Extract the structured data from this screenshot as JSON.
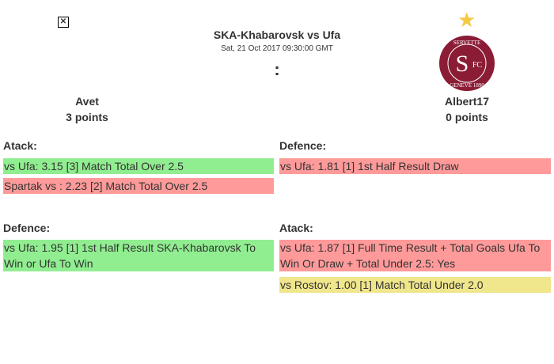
{
  "match": {
    "title": "SKA-Khabarovsk vs Ufa",
    "date": "Sat, 21 Oct 2017 09:30:00 GMT",
    "score": ":"
  },
  "left_player": {
    "icon": "broken-image-icon",
    "name": "Avet",
    "points": "3 points"
  },
  "right_player": {
    "name": "Albert17",
    "points": "0 points",
    "logo_text": "SERVETTE SFC GENEVE 1890"
  },
  "left": {
    "attack": {
      "title": "Atack:",
      "bets": [
        {
          "text": "vs Ufa: 3.15 [3] Match Total Over 2.5",
          "status": "win"
        },
        {
          "text": "Spartak vs : 2.23 [2] Match Total Over 2.5",
          "status": "loss"
        }
      ]
    },
    "defence": {
      "title": "Defence:",
      "bets": [
        {
          "text": "vs Ufa: 1.95 [1] 1st Half Result SKA-Khabarovsk To Win or Ufa To Win",
          "status": "win"
        }
      ]
    }
  },
  "right": {
    "defence": {
      "title": "Defence:",
      "bets": [
        {
          "text": "vs Ufa: 1.81 [1] 1st Half Result Draw",
          "status": "loss"
        }
      ]
    },
    "attack": {
      "title": "Atack:",
      "bets": [
        {
          "text": "vs Ufa: 1.87 [1] Full Time Result + Total Goals Ufa To Win Or Draw + Total Under 2.5: Yes",
          "status": "loss"
        },
        {
          "text": "vs Rostov: 1.00 [1] Match Total Under 2.0",
          "status": "pending"
        }
      ]
    }
  },
  "colors": {
    "win": "#90ee90",
    "loss": "#ff9a9a",
    "pending": "#f0e68c"
  }
}
